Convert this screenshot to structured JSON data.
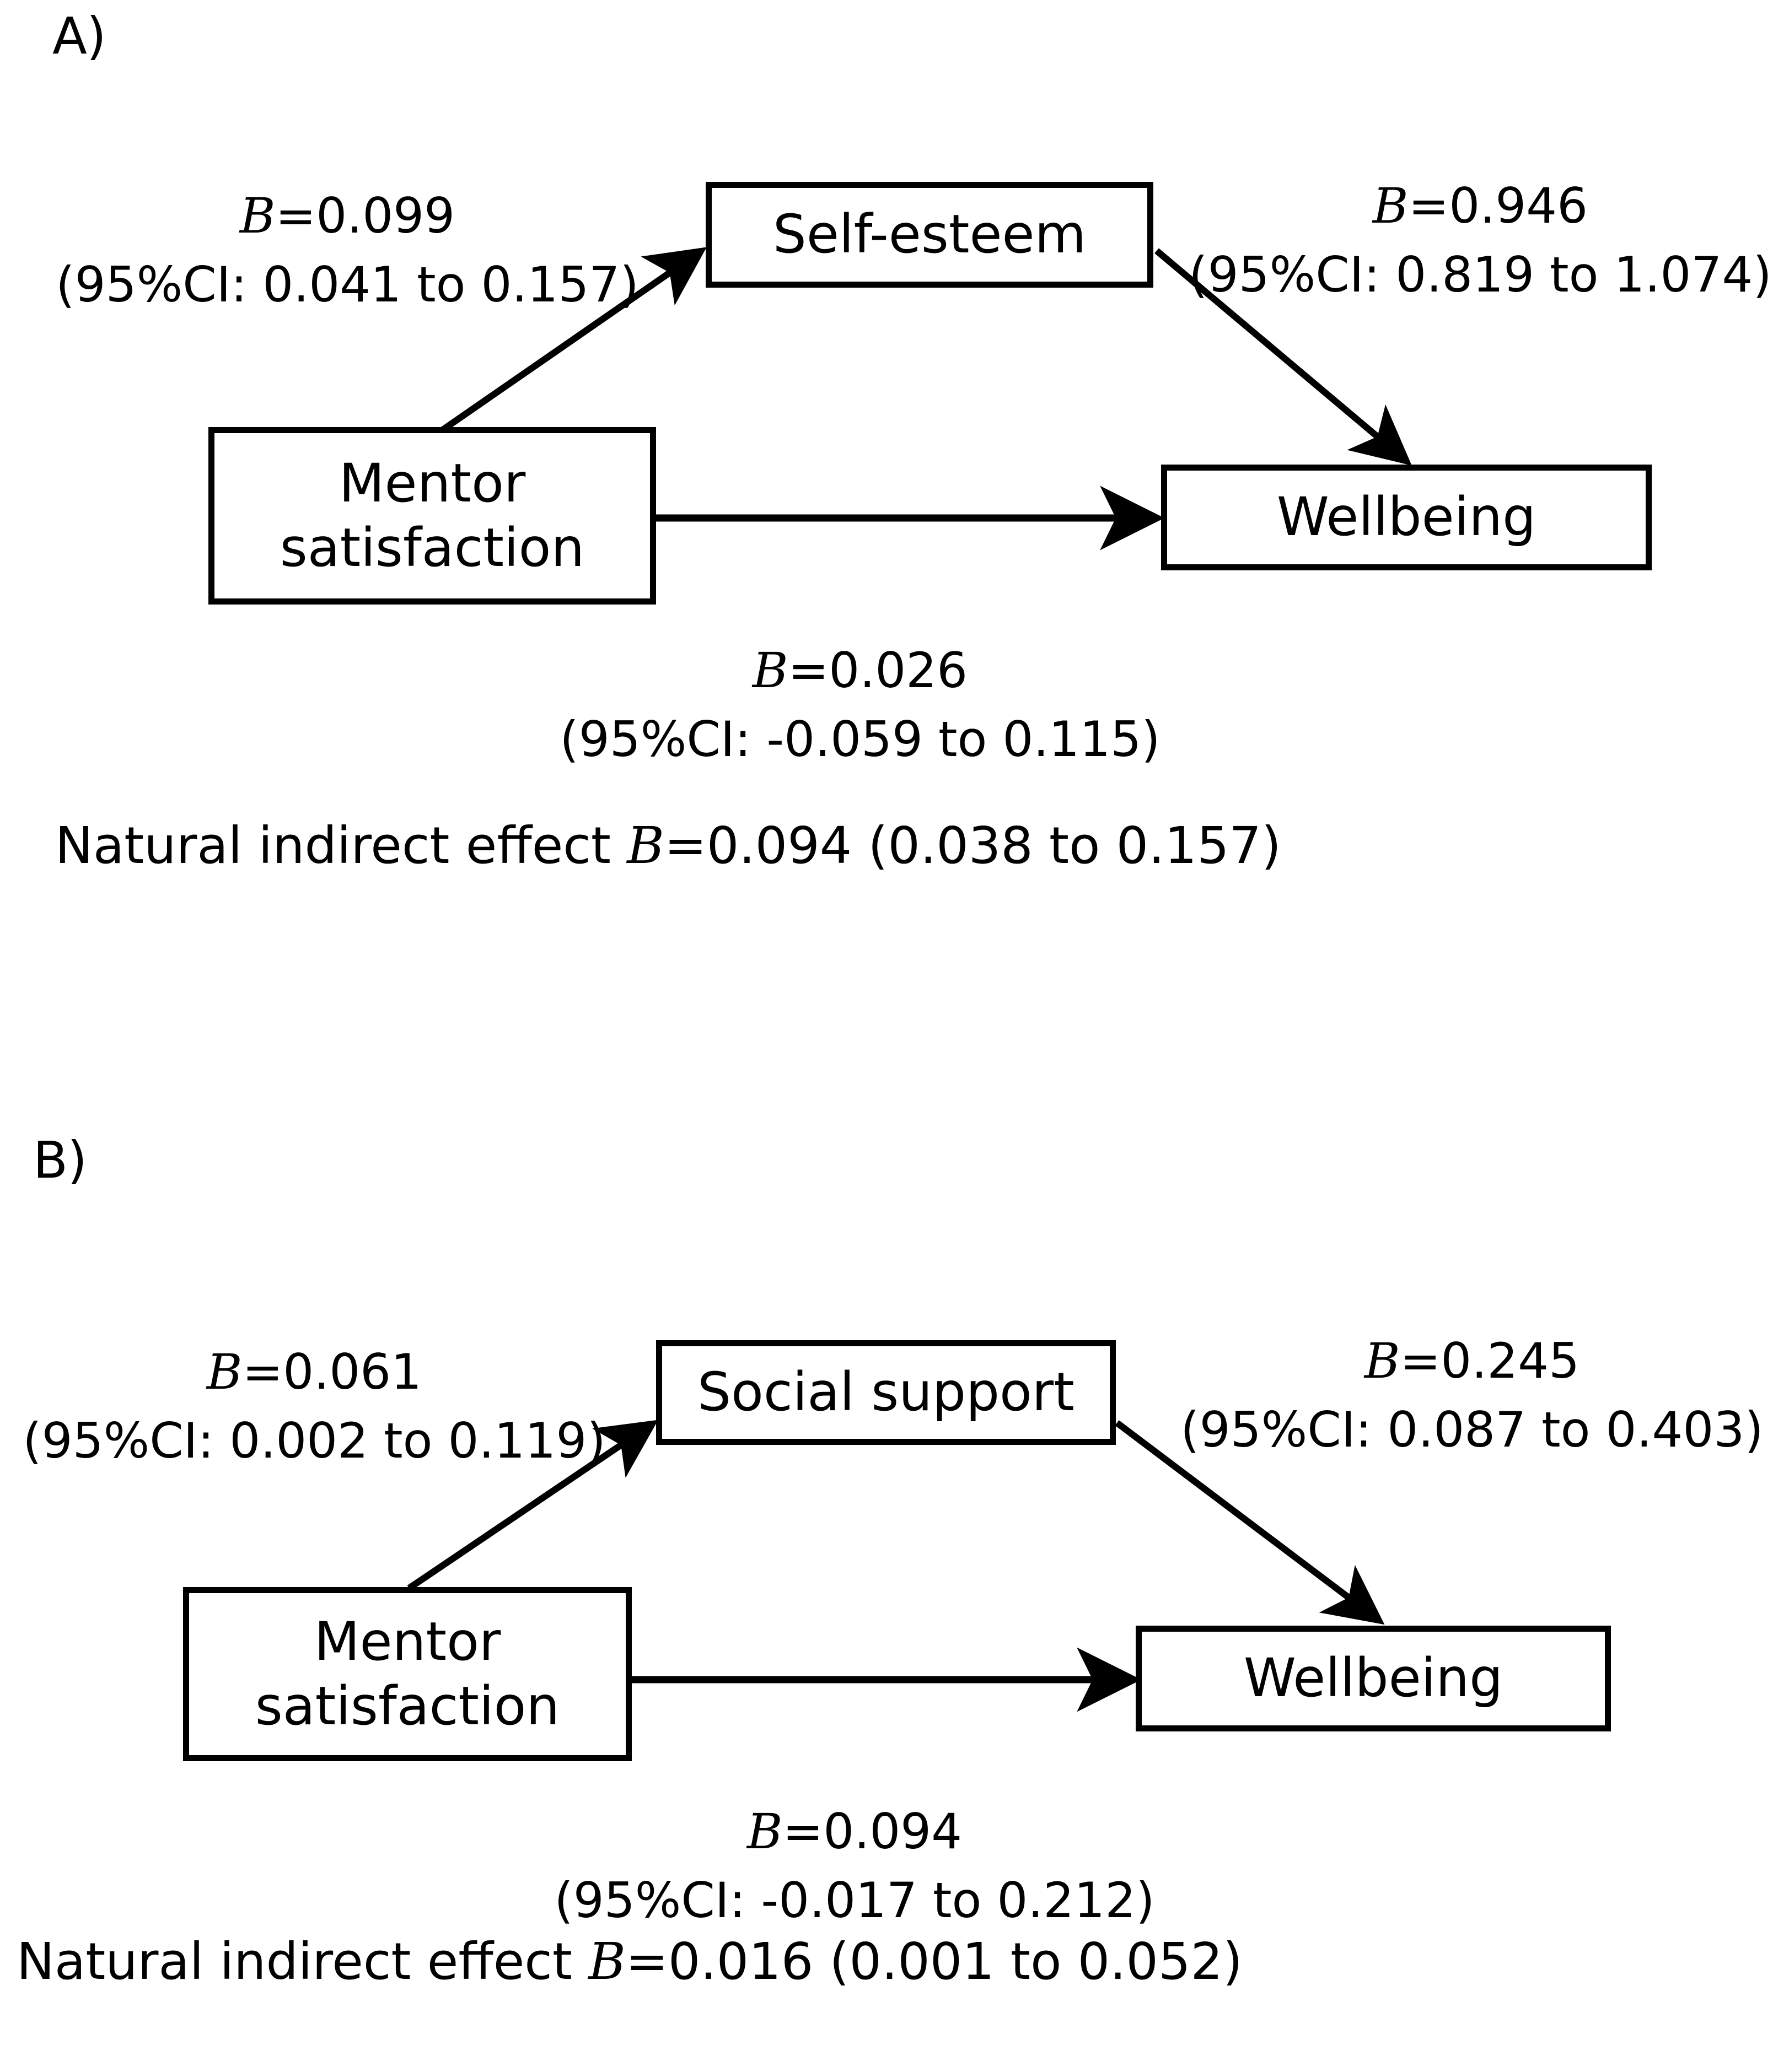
{
  "figure": {
    "type": "mediation-path-diagram",
    "background": "#ffffff",
    "stroke_color": "#000000"
  },
  "panels": [
    {
      "label": "A)",
      "predictor": "Mentor\nsatisfaction",
      "predictor_line1": "Mentor",
      "predictor_line2": "satisfaction",
      "mediator": "Self-esteem",
      "outcome": "Wellbeing",
      "path_a": {
        "b_prefix": "B",
        "b_value": "=0.099",
        "ci": "(95%CI: 0.041 to 0.157)"
      },
      "path_b": {
        "b_prefix": "B",
        "b_value": "=0.946",
        "ci": "(95%CI: 0.819 to 1.074)"
      },
      "path_direct": {
        "b_prefix": "B",
        "b_value": "=0.026",
        "ci": "(95%CI: -0.059 to 0.115)"
      },
      "indirect_effect": {
        "prefix": "Natural indirect effect ",
        "b_prefix": "B",
        "value": "=0.094 (0.038 to 0.157)"
      }
    },
    {
      "label": "B)",
      "predictor": "Mentor\nsatisfaction",
      "predictor_line1": "Mentor",
      "predictor_line2": "satisfaction",
      "mediator": "Social support",
      "outcome": "Wellbeing",
      "path_a": {
        "b_prefix": "B",
        "b_value": "=0.061",
        "ci": "(95%CI: 0.002 to 0.119)"
      },
      "path_b": {
        "b_prefix": "B",
        "b_value": "=0.245",
        "ci": "(95%CI: 0.087 to 0.403)"
      },
      "path_direct": {
        "b_prefix": "B",
        "b_value": "=0.094",
        "ci": "(95%CI: -0.017 to 0.212)"
      },
      "indirect_effect": {
        "prefix": "Natural indirect effect ",
        "b_prefix": "B",
        "value": "=0.016 (0.001 to 0.052)"
      }
    }
  ],
  "chart_data": {
    "type": "diagram",
    "title": "",
    "models": [
      {
        "panel": "A)",
        "nodes": [
          "Mentor satisfaction",
          "Self-esteem",
          "Wellbeing"
        ],
        "edges": [
          {
            "from": "Mentor satisfaction",
            "to": "Self-esteem",
            "B": 0.099,
            "ci_low": 0.041,
            "ci_high": 0.157
          },
          {
            "from": "Self-esteem",
            "to": "Wellbeing",
            "B": 0.946,
            "ci_low": 0.819,
            "ci_high": 1.074
          },
          {
            "from": "Mentor satisfaction",
            "to": "Wellbeing",
            "B": 0.026,
            "ci_low": -0.059,
            "ci_high": 0.115
          }
        ],
        "natural_indirect_effect": {
          "B": 0.094,
          "ci_low": 0.038,
          "ci_high": 0.157
        }
      },
      {
        "panel": "B)",
        "nodes": [
          "Mentor satisfaction",
          "Social support",
          "Wellbeing"
        ],
        "edges": [
          {
            "from": "Mentor satisfaction",
            "to": "Social support",
            "B": 0.061,
            "ci_low": 0.002,
            "ci_high": 0.119
          },
          {
            "from": "Social support",
            "to": "Wellbeing",
            "B": 0.245,
            "ci_low": 0.087,
            "ci_high": 0.403
          },
          {
            "from": "Mentor satisfaction",
            "to": "Wellbeing",
            "B": 0.094,
            "ci_low": -0.017,
            "ci_high": 0.212
          }
        ],
        "natural_indirect_effect": {
          "B": 0.016,
          "ci_low": 0.001,
          "ci_high": 0.052
        }
      }
    ]
  }
}
